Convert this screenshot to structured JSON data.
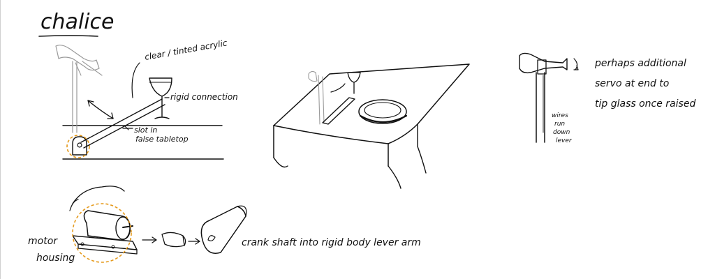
{
  "title": "chalice",
  "labels": {
    "acrylic": "clear / tinted acrylic",
    "rigid": "rigid connection",
    "slot_l1": "slot in",
    "slot_l2": "false tabletop",
    "servo_l1": "perhaps additional",
    "servo_l2": "servo at end to",
    "servo_l3": "tip glass once raised",
    "wires_l1": "wires",
    "wires_l2": "run",
    "wires_l3": "down",
    "wires_l4": "lever",
    "motor_l1": "motor",
    "motor_l2": "housing",
    "crank": "crank shaft  into rigid body lever arm"
  },
  "colors": {
    "ink": "#111111",
    "sketch_grey": "#9a9a9a",
    "highlight": "#e59a1c"
  }
}
